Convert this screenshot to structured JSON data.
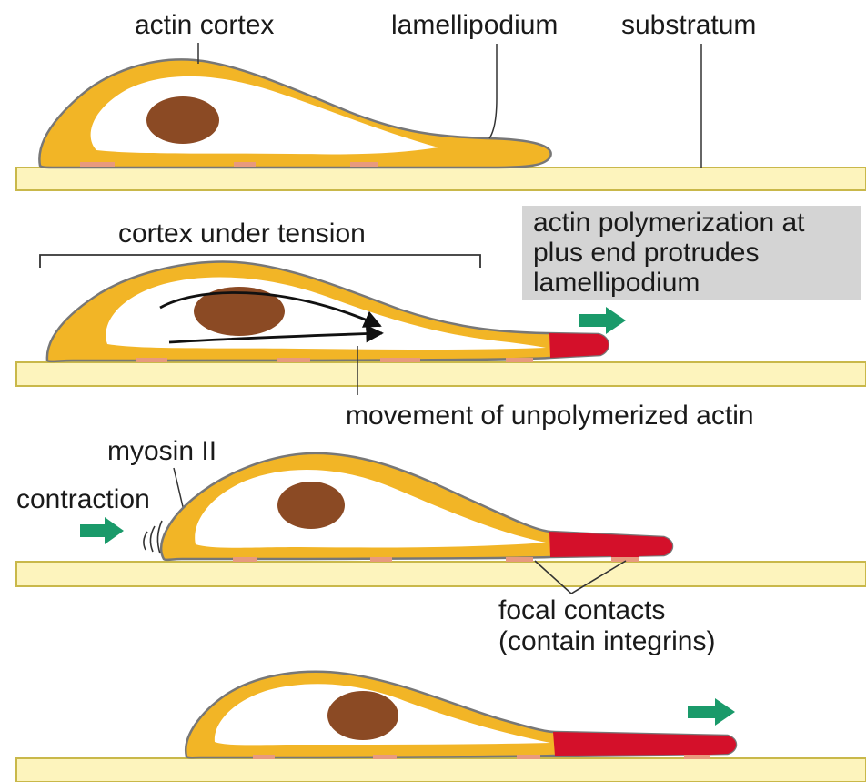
{
  "labels": {
    "actin_cortex": "actin cortex",
    "lamellipodium": "lamellipodium",
    "substratum": "substratum",
    "cortex_under_tension": "cortex under tension",
    "polymerization": [
      "actin polymerization at",
      "plus end protrudes",
      "lamellipodium"
    ],
    "movement": "movement of unpolymerized actin",
    "myosin": "myosin II",
    "contraction": "contraction",
    "focal_contacts": [
      "focal contacts",
      "(contain integrins)"
    ]
  },
  "colors": {
    "cortex": "#f2b526",
    "cortex_outline": "#777777",
    "cytoplasm": "#ffffff",
    "nucleus": "#8b4a24",
    "substratum_fill": "#fdf4bd",
    "substratum_edge": "#c9b84a",
    "polymerizing_actin": "#d4102a",
    "focal_contact": "#e89a7e",
    "arrow": "#1a9a6a",
    "callout_bg": "#d4d4d4"
  }
}
